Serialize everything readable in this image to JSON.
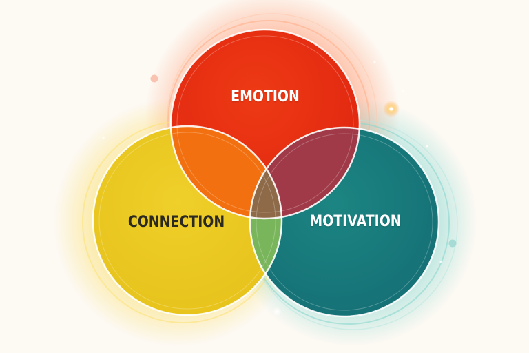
{
  "diagram": {
    "type": "venn",
    "set_count": 3,
    "background_color": "#FDF9F3",
    "circles": [
      {
        "id": "emotion",
        "label": "EMOTION",
        "color": "#E8290F",
        "text_color": "#FFFFFF",
        "position": "top"
      },
      {
        "id": "connection",
        "label": "CONNECTION",
        "color": "#EDC820",
        "text_color": "#2A2A22",
        "position": "bottom-left"
      },
      {
        "id": "motivation",
        "label": "MOTIVATION",
        "color": "#17787A",
        "text_color": "#FFFFFF",
        "position": "bottom-right"
      }
    ],
    "overlaps": [
      {
        "sets": [
          "emotion",
          "connection"
        ],
        "color": "#F2700F"
      },
      {
        "sets": [
          "emotion",
          "motivation"
        ],
        "color": "#A13A48"
      },
      {
        "sets": [
          "connection",
          "motivation"
        ],
        "color": "#79B55A"
      },
      {
        "sets": [
          "emotion",
          "connection",
          "motivation"
        ],
        "color": "#8E6A48"
      }
    ],
    "decorations": {
      "glow_colors": [
        "#FF8A5C",
        "#F5D23A",
        "#4FC7C0"
      ],
      "sparkle_icon": "sparkle-star"
    }
  }
}
